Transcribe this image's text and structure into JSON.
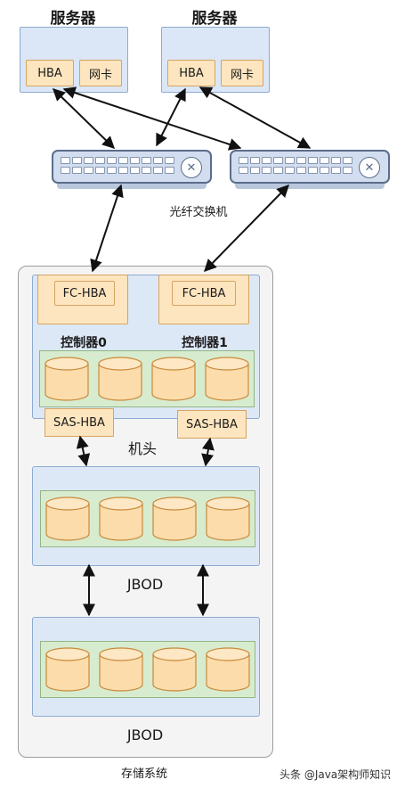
{
  "servers": [
    {
      "title": "服务器",
      "hba": "HBA",
      "nic": "网卡"
    },
    {
      "title": "服务器",
      "hba": "HBA",
      "nic": "网卡"
    }
  ],
  "switch_label": "光纤交换机",
  "storage": {
    "controllers": [
      {
        "fc": "FC-HBA",
        "label": "控制器0",
        "sas": "SAS-HBA"
      },
      {
        "fc": "FC-HBA",
        "label": "控制器1",
        "sas": "SAS-HBA"
      }
    ],
    "head_label": "机头",
    "jbod_labels": [
      "JBOD",
      "JBOD"
    ],
    "system_label": "存储系统"
  },
  "watermark": "头条 @Java架构师知识",
  "colors": {
    "server_fill": "#dbe7f6",
    "card_fill": "#fde5bf",
    "disk_group_fill": "#d7eccf",
    "storage_fill": "#f4f4f4"
  }
}
